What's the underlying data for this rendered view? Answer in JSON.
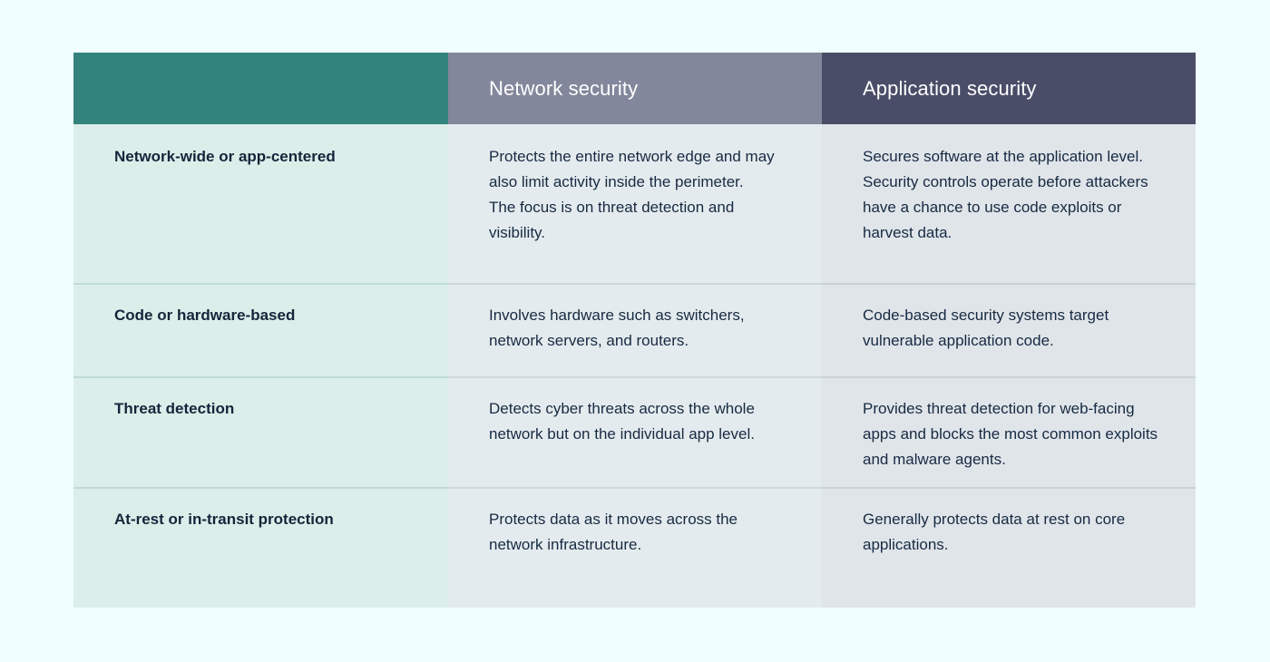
{
  "page": {
    "background_color": "#f0feff",
    "title": "Network security vs Application security comparison table"
  },
  "table": {
    "accent_colors": {
      "header_col_0": "#33837d",
      "header_col_1": "#83879b",
      "header_col_2": "#4a4d68",
      "body_col_0": "#dceeea",
      "body_col_1": "#e4ebee",
      "body_col_2": "#e0e5ea",
      "text_color": "#172a42",
      "header_text_color": "#ffffff"
    },
    "headers": [
      "",
      "Network security",
      "Application security"
    ],
    "rows": [
      {
        "label": "Network-wide or app-centered",
        "network_security": [
          "Protects the entire network edge and may also limit activity inside the perimeter.",
          "The focus is on threat detection and visibility."
        ],
        "application_security": [
          "Secures software at the application level.",
          "Security controls operate before attackers have a chance to use code exploits or harvest data."
        ]
      },
      {
        "label": "Code or hardware-based",
        "network_security": [
          "Involves hardware such as switchers, network servers, and routers."
        ],
        "application_security": [
          "Code-based security systems target vulnerable application code."
        ]
      },
      {
        "label": "Threat detection",
        "network_security": [
          "Detects cyber threats across the whole network but on the individual app level."
        ],
        "application_security": [
          "Provides threat detection for web-facing apps and blocks the most common exploits and malware agents."
        ]
      },
      {
        "label": "At-rest or in-transit protection",
        "network_security": [
          "Protects data as it moves across the network infrastructure."
        ],
        "application_security": [
          "Generally protects data at rest on core applications."
        ]
      }
    ]
  }
}
